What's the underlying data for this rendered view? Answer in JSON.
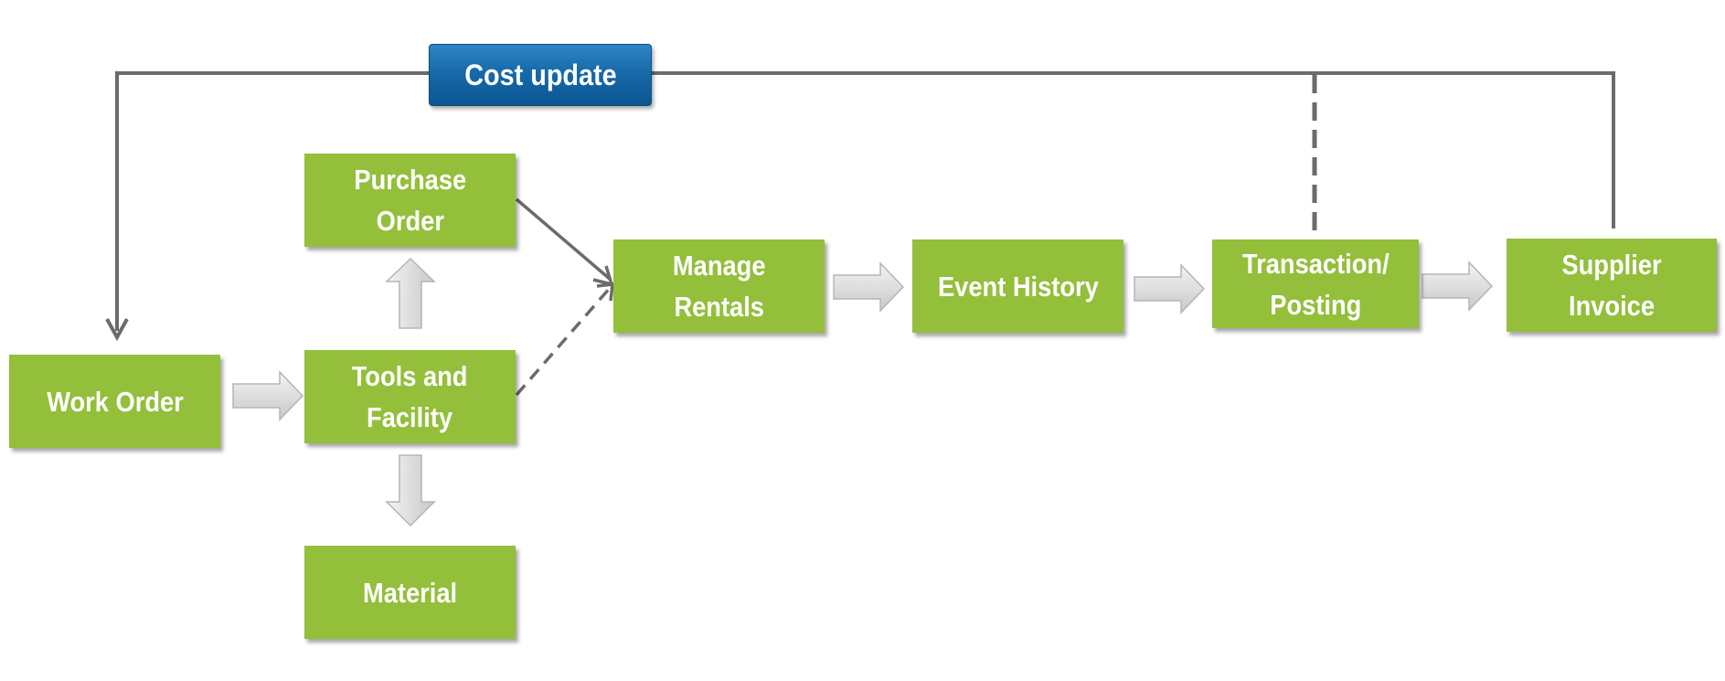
{
  "diagram": {
    "cost_update": "Cost update",
    "nodes": {
      "work_order": "Work Order",
      "purchase_order": "Purchase\nOrder",
      "tools_facility": "Tools and\nFacility",
      "material": "Material",
      "manage_rentals": "Manage\nRentals",
      "event_history": "Event History",
      "transaction_posting": "Transaction/\nPosting",
      "supplier_invoice": "Supplier\nInvoice"
    },
    "colors": {
      "node_fill": "#93bf3b",
      "node_text": "#ffffff",
      "cost_update_fill": "#176aa9",
      "connector": "#6b6b6b",
      "block_arrow": "#d9d9d9"
    }
  }
}
